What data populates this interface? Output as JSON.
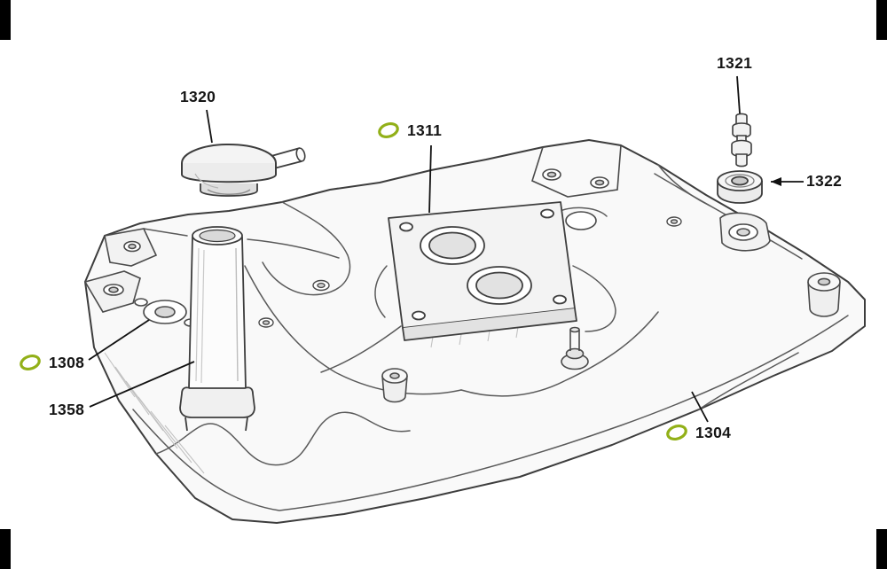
{
  "figure": {
    "kind": "exploded-parts-diagram",
    "subject": "intake-manifold",
    "accent_color": "#92b018",
    "leader_color": "#111111"
  },
  "callouts": {
    "c1320": {
      "label": "1320",
      "gasket_icon": false
    },
    "c1311": {
      "label": "1311",
      "gasket_icon": true
    },
    "c1321": {
      "label": "1321",
      "gasket_icon": false
    },
    "c1322": {
      "label": "1322",
      "gasket_icon": false
    },
    "c1308": {
      "label": "1308",
      "gasket_icon": true
    },
    "c1358": {
      "label": "1358",
      "gasket_icon": false
    },
    "c1304": {
      "label": "1304",
      "gasket_icon": true
    }
  }
}
